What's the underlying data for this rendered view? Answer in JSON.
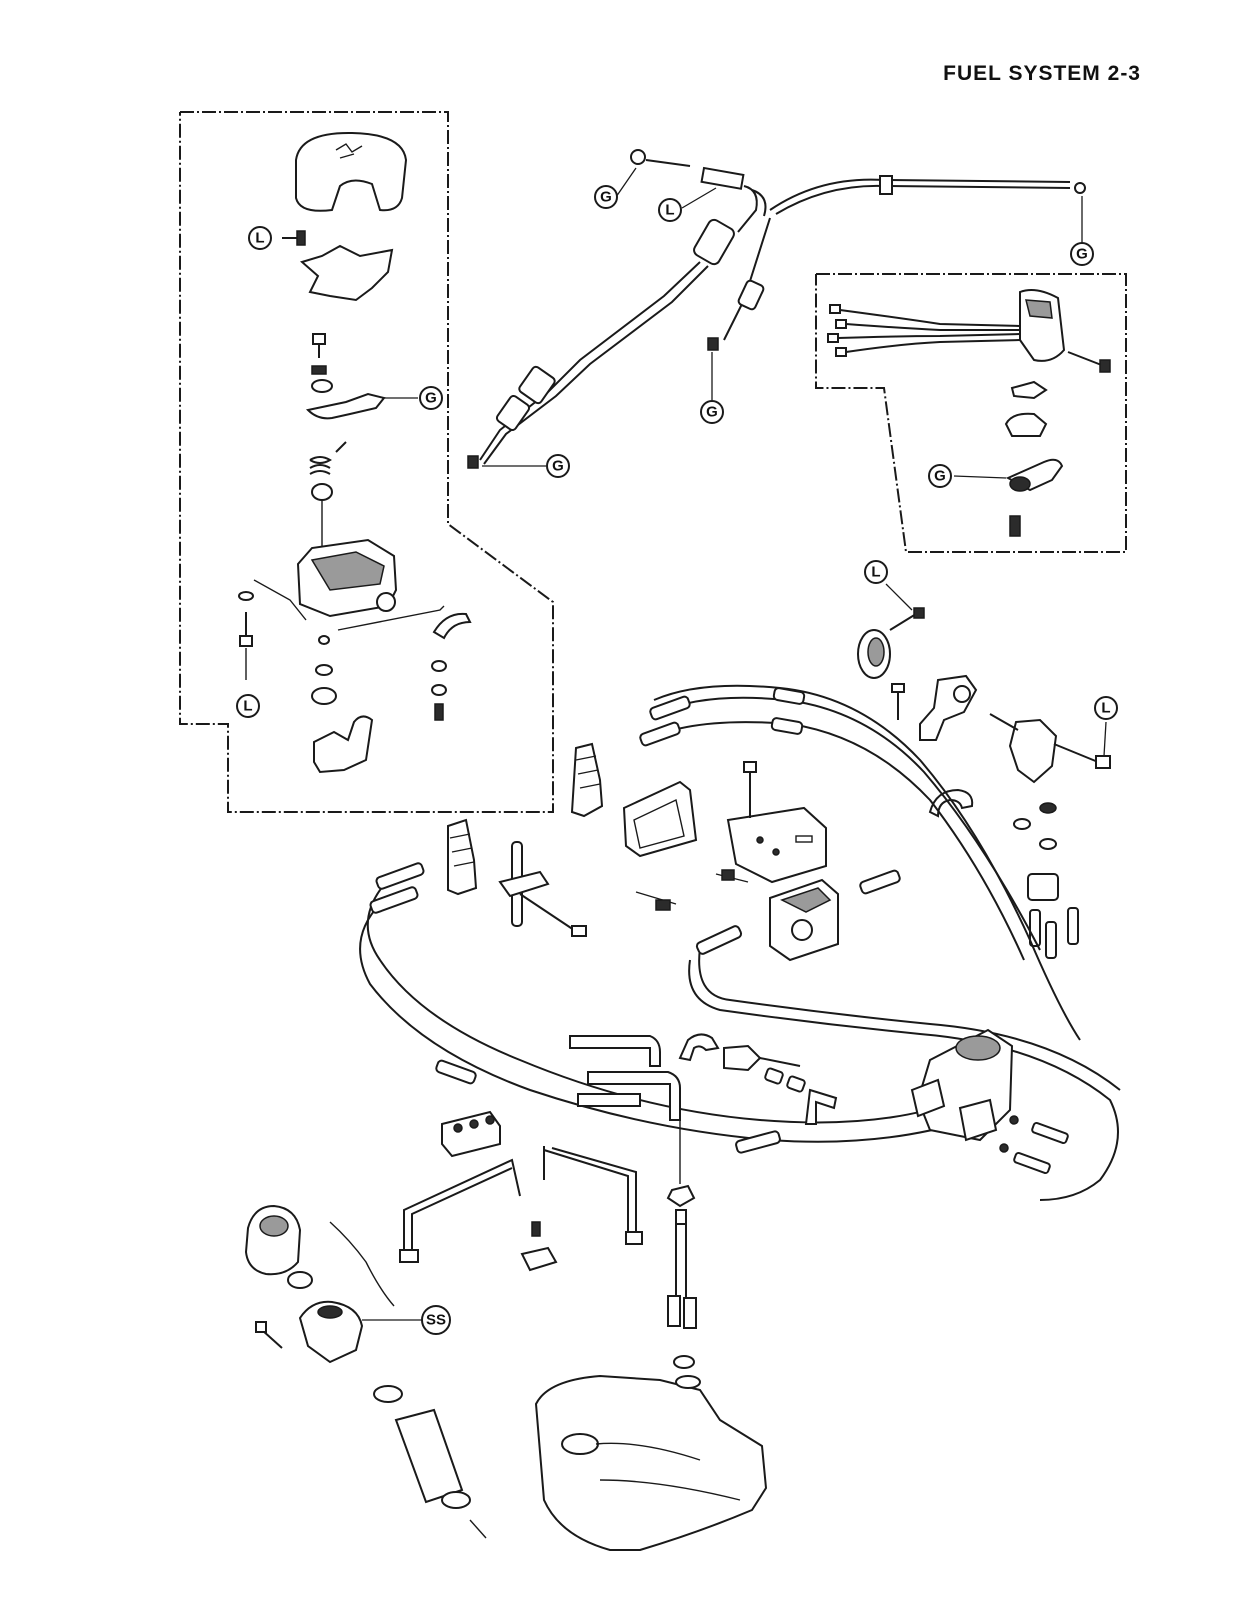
{
  "header": {
    "title": "FUEL SYSTEM 2-3"
  },
  "callouts": {
    "g": "G",
    "l": "L",
    "ss": "SS"
  }
}
